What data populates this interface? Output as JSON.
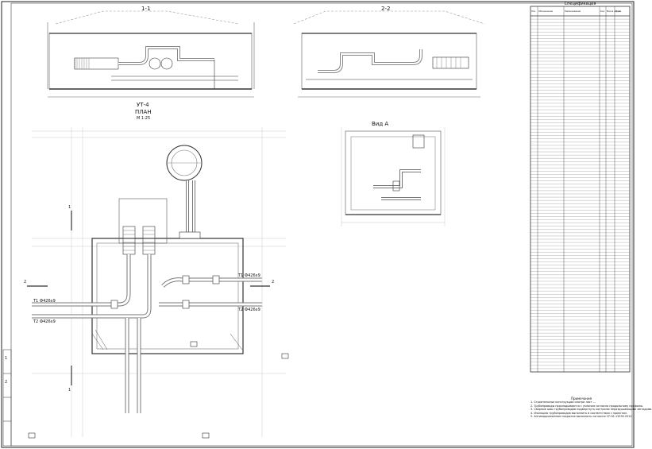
{
  "views": {
    "section_1": "1-1",
    "section_2": "2-2",
    "plan_title": "УТ-4",
    "plan_subtitle": "ПЛАН",
    "plan_scale": "М 1:25",
    "view_a": "Вид А"
  },
  "section_marks": {
    "m1": "1",
    "m2": "2"
  },
  "pipe_labels": {
    "t1": "Т1 Ф426х9",
    "t2": "Т2 Ф426х9",
    "t1r": "Т1 Ф426х9",
    "t2r": "Т2 Ф426х9"
  },
  "spec": {
    "title": "Спецификация",
    "headers": [
      "Поз.",
      "Обозначение",
      "Наименование",
      "Кол.",
      "Масса ед. кг",
      "Прим."
    ],
    "row_count": 110
  },
  "notes_title": "Примечания",
  "notes": [
    "1. Строительные конструкции смотри лист ...",
    "2. Трубопроводы прокладываются с уклоном согласно продольному профилю.",
    "3. Сварные швы трубопроводов подвергнуть контролю неразрушающими методами.",
    "4. Изоляцию трубопроводов выполнить в соответствии с проектом.",
    "5. Антикоррозионное покрытие выполнить согласно СП 61.13330.2012."
  ],
  "stamp": {
    "left_marks": [
      "1",
      "2"
    ]
  }
}
